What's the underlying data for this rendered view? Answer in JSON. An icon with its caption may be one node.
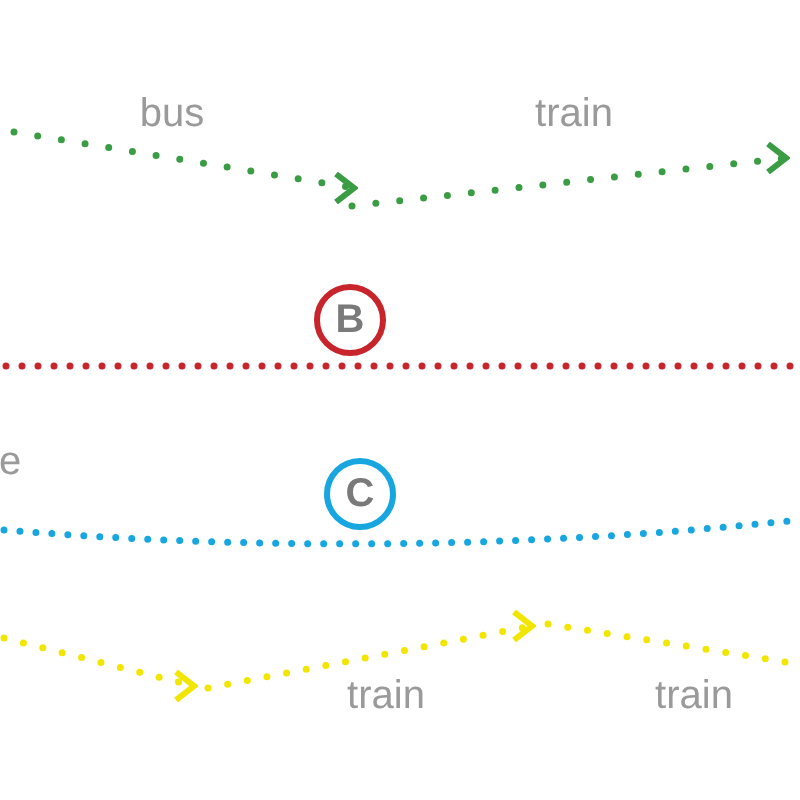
{
  "diagram": {
    "nodes": [
      {
        "text": [
          "B"
        ]
      },
      {
        "text": [
          "C"
        ]
      }
    ],
    "labels": [
      "bus",
      "train",
      "e",
      "train",
      "train"
    ]
  }
}
